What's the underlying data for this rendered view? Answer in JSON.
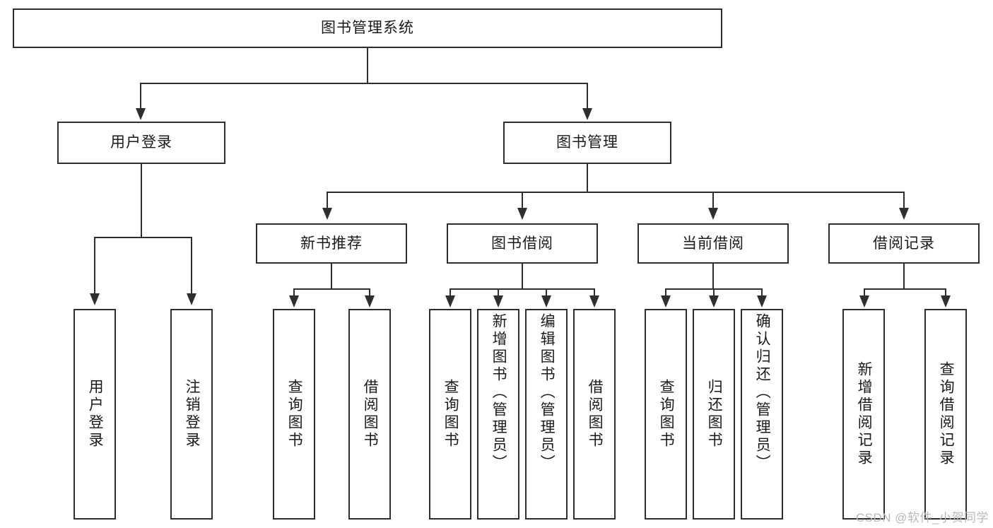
{
  "diagram": {
    "type": "tree",
    "title": "图书管理系统",
    "root": {
      "label": "图书管理系统"
    },
    "level2": [
      {
        "label": "用户登录"
      },
      {
        "label": "图书管理"
      }
    ],
    "level3": [
      {
        "label": "新书推荐"
      },
      {
        "label": "图书借阅"
      },
      {
        "label": "当前借阅"
      },
      {
        "label": "借阅记录"
      }
    ],
    "leaves": {
      "user_login": [
        {
          "label": "用户登录"
        },
        {
          "label": "注销登录"
        }
      ],
      "new_book_recommend": [
        {
          "label": "查询图书"
        },
        {
          "label": "借阅图书"
        }
      ],
      "book_borrow": [
        {
          "label": "查询图书"
        },
        {
          "label": "新增图书（管理员）"
        },
        {
          "label": "编辑图书（管理员）"
        },
        {
          "label": "借阅图书"
        }
      ],
      "current_borrow": [
        {
          "label": "查询图书"
        },
        {
          "label": "归还图书"
        },
        {
          "label": "确认归还（管理员）"
        }
      ],
      "borrow_record": [
        {
          "label": "新增借阅记录"
        },
        {
          "label": "查询借阅记录"
        }
      ]
    }
  },
  "colors": {
    "stroke": "#2e2e2e",
    "fill": "#ffffff",
    "text": "#1a1a1a",
    "watermark": "#b9b9b9"
  },
  "watermark": {
    "text": "CSDN @软件_小贺同学"
  }
}
